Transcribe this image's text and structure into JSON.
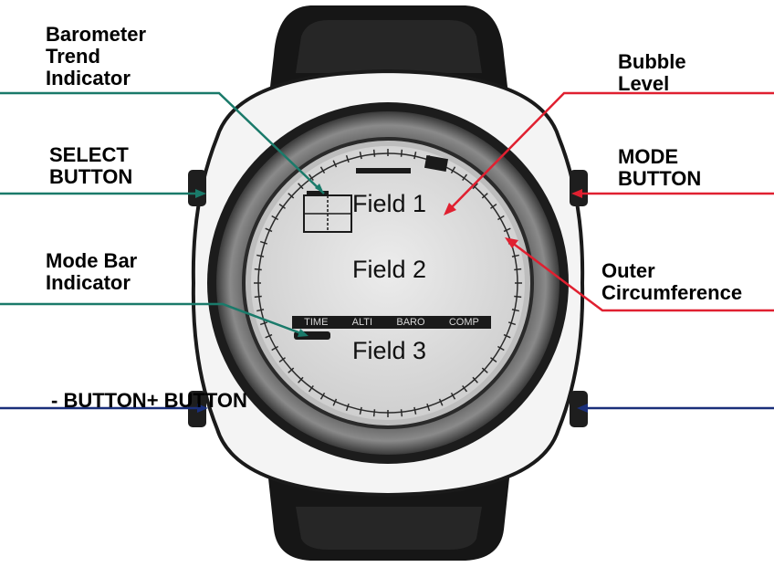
{
  "labels": {
    "barometer_trend_1": "Barometer",
    "barometer_trend_2": "Trend",
    "barometer_trend_3": "Indicator",
    "bubble_level_1": "Bubble",
    "bubble_level_2": "Level",
    "select_button_1": "SELECT",
    "select_button_2": "BUTTON",
    "mode_button_1": "MODE",
    "mode_button_2": "BUTTON",
    "mode_bar_1": "Mode Bar",
    "mode_bar_2": "Indicator",
    "outer_circ_1": "Outer",
    "outer_circ_2": "Circumference",
    "minus_plus": "- BUTTON+ BUTTON"
  },
  "display": {
    "field1": "Field 1",
    "field2": "Field 2",
    "field3": "Field 3",
    "modebar": [
      "TIME",
      "ALTI",
      "BARO",
      "COMP"
    ]
  },
  "colors": {
    "teal": "#1a7a6a",
    "red": "#e02030",
    "navy": "#1a2f7a"
  }
}
